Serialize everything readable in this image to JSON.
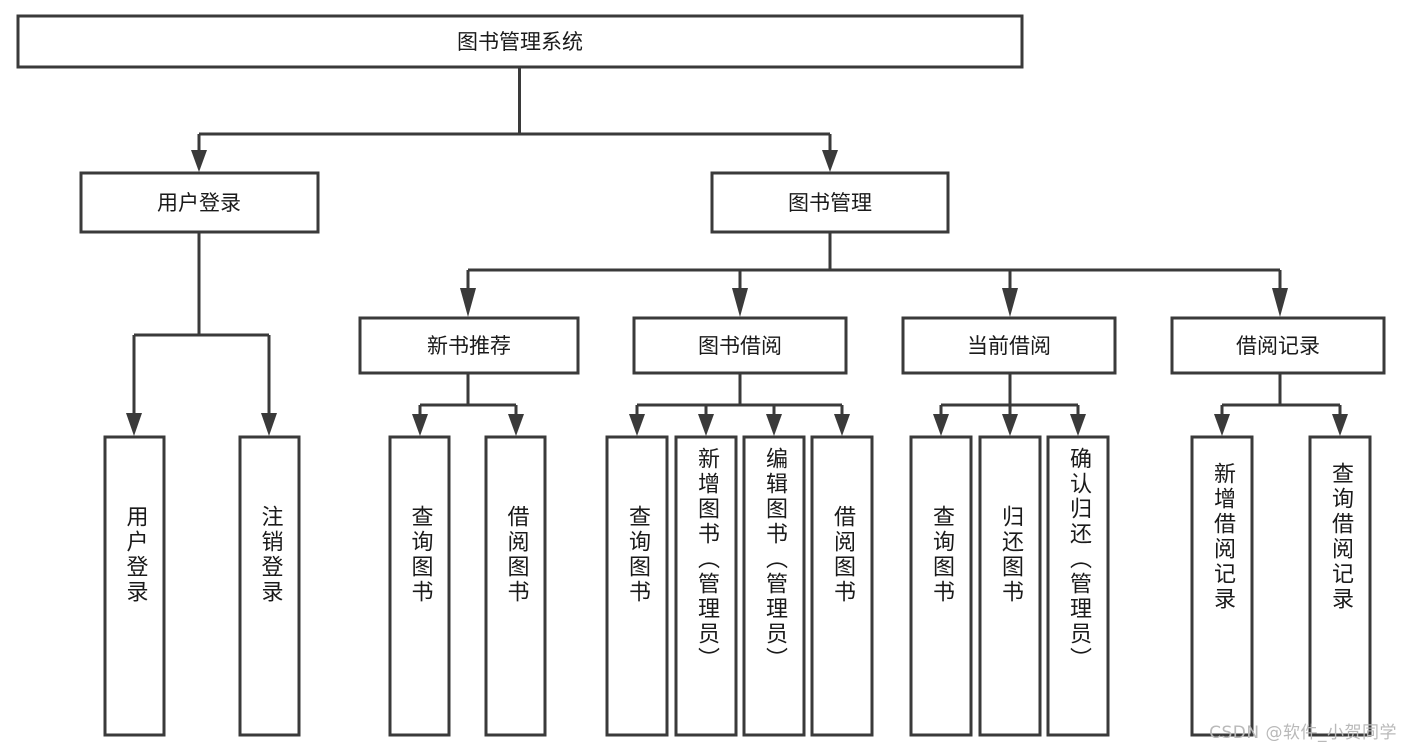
{
  "diagram": {
    "title": "图书管理系统",
    "type": "tree-hierarchy-diagram",
    "watermark": "CSDN @软件_小贺同学",
    "colors": {
      "stroke": "#3a3a3a",
      "box_fill": "#ffffff",
      "text": "#1a1a1a",
      "background": "#ffffff",
      "watermark": "#b9b9b9"
    },
    "root": {
      "label": "图书管理系统"
    },
    "level2": [
      {
        "label": "用户登录"
      },
      {
        "label": "图书管理"
      }
    ],
    "level3": [
      {
        "label": "新书推荐"
      },
      {
        "label": "图书借阅"
      },
      {
        "label": "当前借阅"
      },
      {
        "label": "借阅记录"
      }
    ],
    "leaves": {
      "user_login": [
        {
          "label": "用户登录"
        },
        {
          "label": "注销登录"
        }
      ],
      "new_book_recommend": [
        {
          "label": "查询图书"
        },
        {
          "label": "借阅图书"
        }
      ],
      "book_borrow": [
        {
          "label": "查询图书"
        },
        {
          "label": "新增图书（管理员）"
        },
        {
          "label": "编辑图书（管理员）"
        },
        {
          "label": "借阅图书"
        }
      ],
      "current_borrow": [
        {
          "label": "查询图书"
        },
        {
          "label": "归还图书"
        },
        {
          "label": "确认归还（管理员）"
        }
      ],
      "borrow_records": [
        {
          "label": "新增借阅记录"
        },
        {
          "label": "查询借阅记录"
        }
      ]
    }
  }
}
